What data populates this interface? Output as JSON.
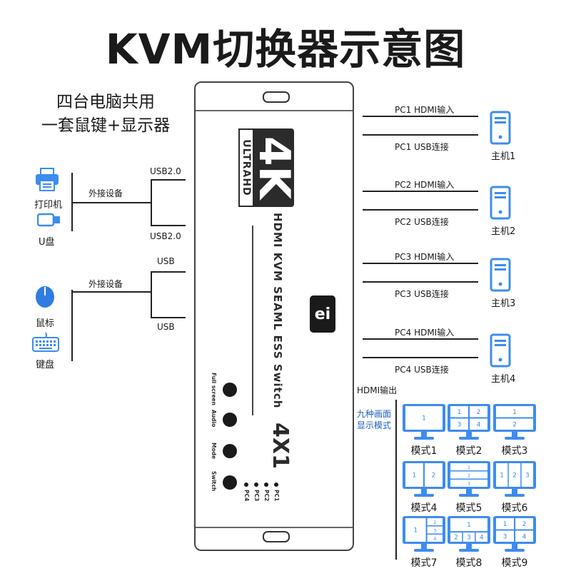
{
  "title": "KVM切换器示意图",
  "subtitle_line1": "四台电脑共用",
  "subtitle_line2": "一套鼠键+显示器",
  "left": {
    "usb_group_label": "外接设备",
    "usb_top": "USB2.0",
    "usb_bottom": "USB2.0",
    "printer_label": "打印机",
    "udisk_label": "U盘",
    "hid_group_label": "外接设备",
    "hid_top": "USB",
    "hid_bottom": "USB",
    "mouse_label": "鼠标",
    "keyboard_label": "键盘"
  },
  "device": {
    "badge_side": "ULTRAHD",
    "badge_big": "4K",
    "model_text": "HDMI KVM SEAML ESS Switch",
    "model_ratio": "4X1",
    "logo_text": "ei",
    "buttons": [
      "Full screen",
      "Audio",
      "Mode",
      "Switch"
    ],
    "leds": [
      "PC1",
      "PC2",
      "PC3",
      "PC4"
    ]
  },
  "pcs": [
    {
      "hdmi": "PC1 HDMI输入",
      "usb": "PC1 USB连接",
      "host": "主机1"
    },
    {
      "hdmi": "PC2 HDMI输入",
      "usb": "PC2 USB连接",
      "host": "主机2"
    },
    {
      "hdmi": "PC3 HDMI输入",
      "usb": "PC3 USB连接",
      "host": "主机3"
    },
    {
      "hdmi": "PC4 HDMI输入",
      "usb": "PC4 USB连接",
      "host": "主机4"
    }
  ],
  "hdmi_out": "HDMI输出",
  "modes_title_line1": "九种画面",
  "modes_title_line2": "显示模式",
  "modes": [
    {
      "label": "模式1",
      "panes": [
        "1"
      ]
    },
    {
      "label": "模式2",
      "panes": [
        "1",
        "2",
        "3",
        "4"
      ]
    },
    {
      "label": "模式3",
      "panes": [
        "1",
        "2"
      ]
    },
    {
      "label": "模式4",
      "panes": [
        "1",
        "2"
      ]
    },
    {
      "label": "模式5",
      "panes": [
        "1",
        "2",
        "3"
      ]
    },
    {
      "label": "模式6",
      "panes": [
        "1",
        "2",
        "3"
      ]
    },
    {
      "label": "模式7",
      "panes": [
        "1",
        "2",
        "3",
        "4"
      ]
    },
    {
      "label": "模式8",
      "panes": [
        "1",
        "2",
        "3",
        "4"
      ]
    },
    {
      "label": "模式9",
      "panes": [
        "1",
        "2",
        "3",
        "4"
      ]
    }
  ],
  "colors": {
    "accent_blue": "#3d8cf0",
    "accent_dark_blue": "#1f5fbf",
    "line": "#222222"
  }
}
